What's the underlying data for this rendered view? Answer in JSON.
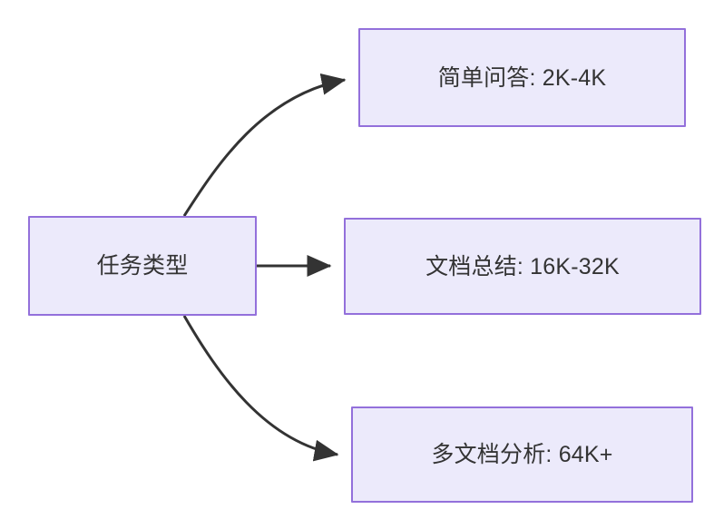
{
  "diagram": {
    "type": "flowchart",
    "direction": "left-to-right",
    "root": {
      "id": "node-root",
      "label": "任务类型"
    },
    "branches": [
      {
        "id": "node-simple-qa",
        "label": "简单问答: 2K-4K",
        "task": "简单问答",
        "context_length": "2K-4K",
        "edge": "curved-up-arrow"
      },
      {
        "id": "node-doc-summary",
        "label": "文档总结: 16K-32K",
        "task": "文档总结",
        "context_length": "16K-32K",
        "edge": "straight-arrow"
      },
      {
        "id": "node-multi-doc",
        "label": "多文档分析: 64K+",
        "task": "多文档分析",
        "context_length": "64K+",
        "edge": "curved-down-arrow"
      }
    ],
    "colors": {
      "node_fill": "#ECEAFB",
      "node_border": "#9370DB",
      "node_text": "#333333",
      "edge_stroke": "#333333",
      "canvas_background": "#ffffff"
    }
  }
}
